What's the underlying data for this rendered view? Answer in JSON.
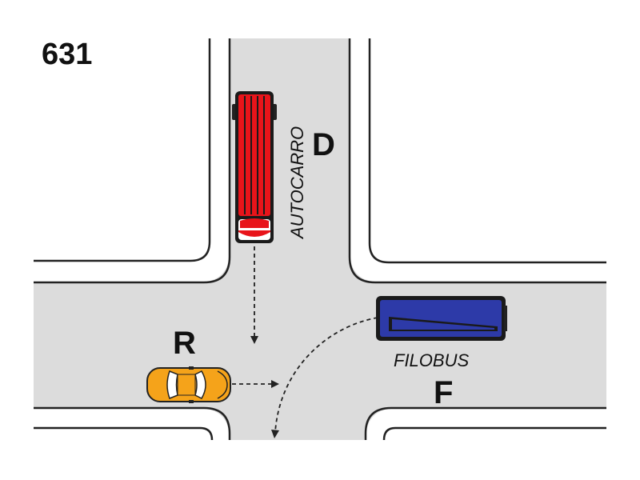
{
  "figure_number": "631",
  "colors": {
    "road": "#dcdcdc",
    "curb": "#222222",
    "truck": "#e8141a",
    "car": "#f5a31a",
    "trolleybus": "#2d3aa8",
    "arrow": "#222222"
  },
  "vehicles": {
    "truck": {
      "letter": "D",
      "type_label": "AUTOCARRO",
      "icon": "truck-icon"
    },
    "car": {
      "letter": "R",
      "icon": "car-icon"
    },
    "trolleybus": {
      "letter": "F",
      "type_label": "FILOBUS",
      "icon": "trolleybus-icon"
    }
  }
}
